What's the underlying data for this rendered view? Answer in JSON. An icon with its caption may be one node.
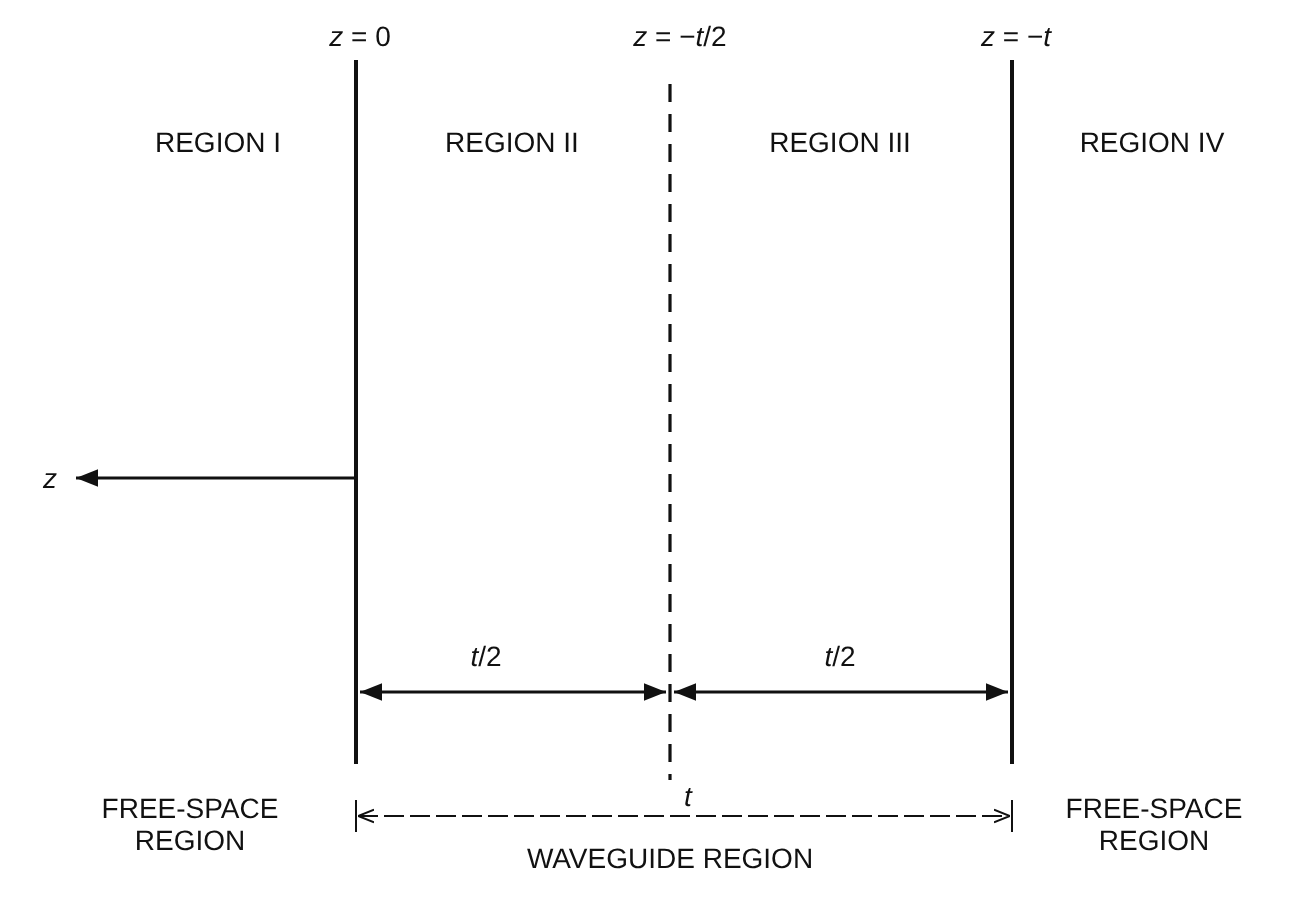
{
  "diagram": {
    "labels": [
      "*z* = 0",
      "*z* = −*t*/2",
      "*z* = −*t*",
      "REGION I",
      "REGION II",
      "REGION III",
      "REGION IV",
      "*z*",
      "*t*/2",
      "*t*/2",
      "*t*",
      "FREE-SPACE REGION",
      "WAVEGUIDE REGION",
      "FREE-SPACE REGION"
    ]
  }
}
